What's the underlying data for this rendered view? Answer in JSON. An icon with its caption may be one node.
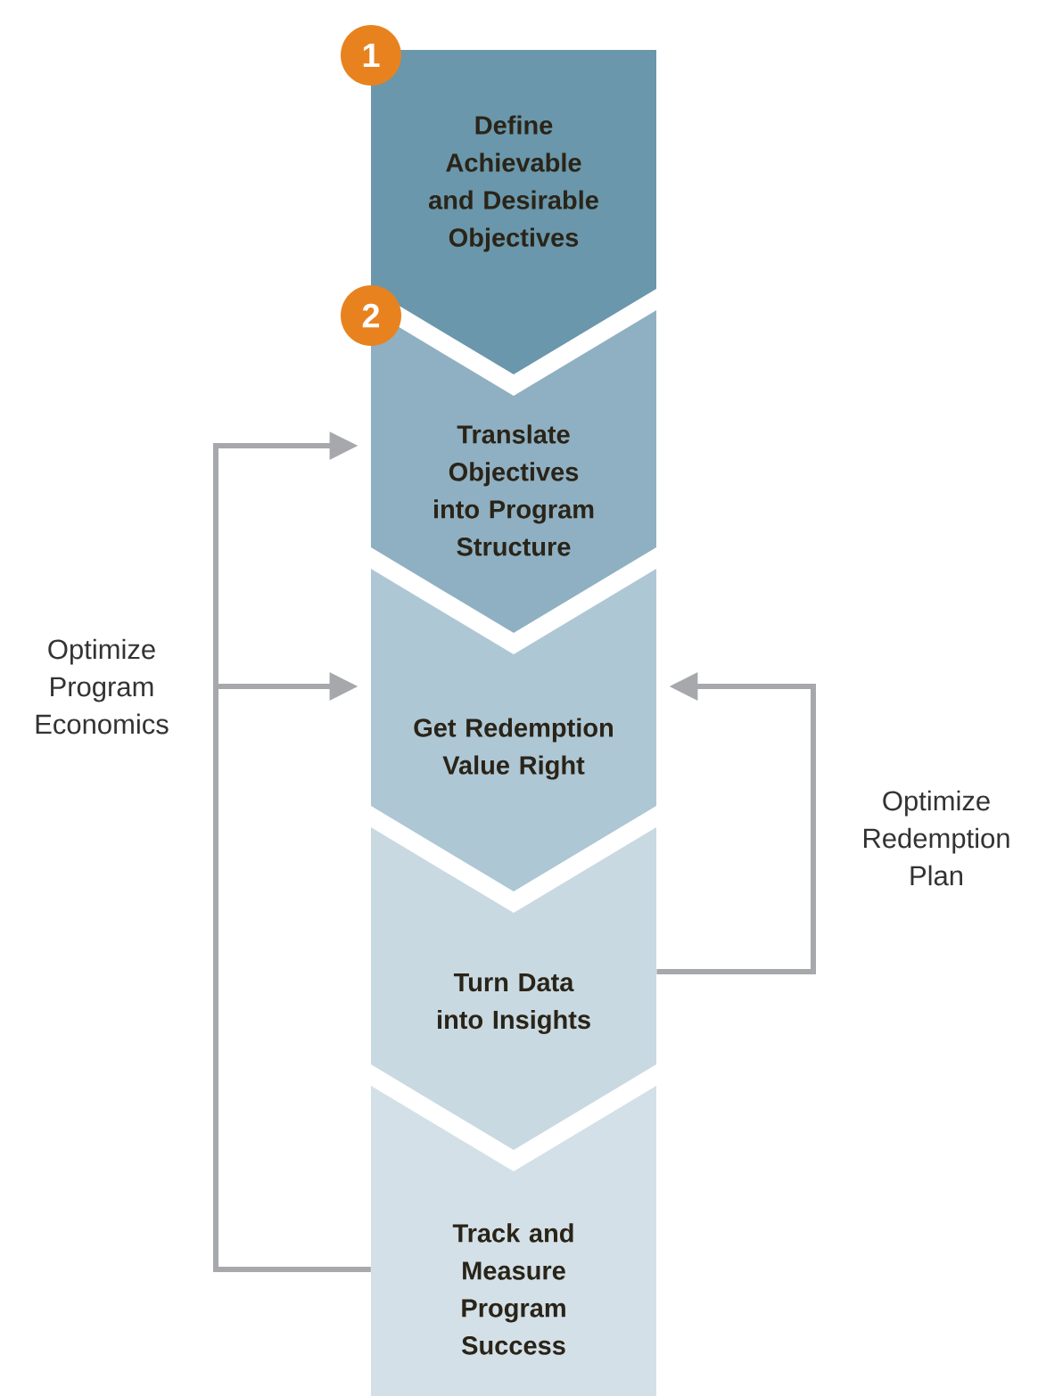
{
  "diagram": {
    "nodes": [
      {
        "text": [
          "1",
          "Define Achievable and Desirable Objectives"
        ]
      },
      {
        "text": [
          "2",
          "Translate Objectives into Program Structure"
        ]
      },
      {
        "text": [
          "Get Redemption Value Right"
        ]
      },
      {
        "text": [
          "Turn Data into Insights"
        ]
      },
      {
        "text": [
          "Track and Measure Program Success"
        ]
      }
    ],
    "edges": [
      {
        "from": 4,
        "to": 1,
        "arrow": "to",
        "label": "Optimize Program Economics"
      },
      {
        "from": 4,
        "to": 2,
        "arrow": "to"
      },
      {
        "from": 3,
        "to": 2,
        "arrow": "to",
        "label": "Optimize Redemption Plan"
      }
    ]
  }
}
